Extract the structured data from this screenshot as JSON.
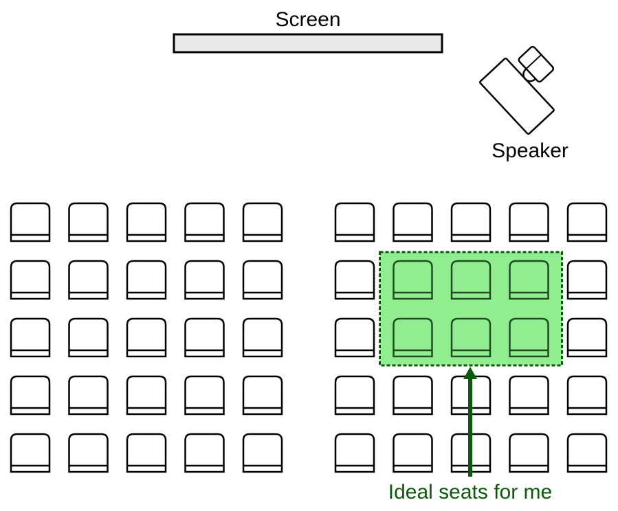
{
  "screen": {
    "label": "Screen",
    "fill_color": "#e8e8e8",
    "stroke_color": "#000000"
  },
  "speaker": {
    "label": "Speaker",
    "icon": "podium-speaker-icon"
  },
  "seating": {
    "sections": [
      {
        "name": "left-section",
        "rows": 5,
        "columns": 5
      },
      {
        "name": "right-section",
        "rows": 5,
        "columns": 5
      }
    ],
    "seat_icon": "chair-icon"
  },
  "highlight": {
    "label": "Ideal seats for me",
    "section": "right-section",
    "rows": [
      2,
      3
    ],
    "columns": [
      2,
      3,
      4
    ],
    "fill_color": "#90ee90",
    "border_color": "#0b5a0b",
    "label_color": "#0b5a0b"
  }
}
